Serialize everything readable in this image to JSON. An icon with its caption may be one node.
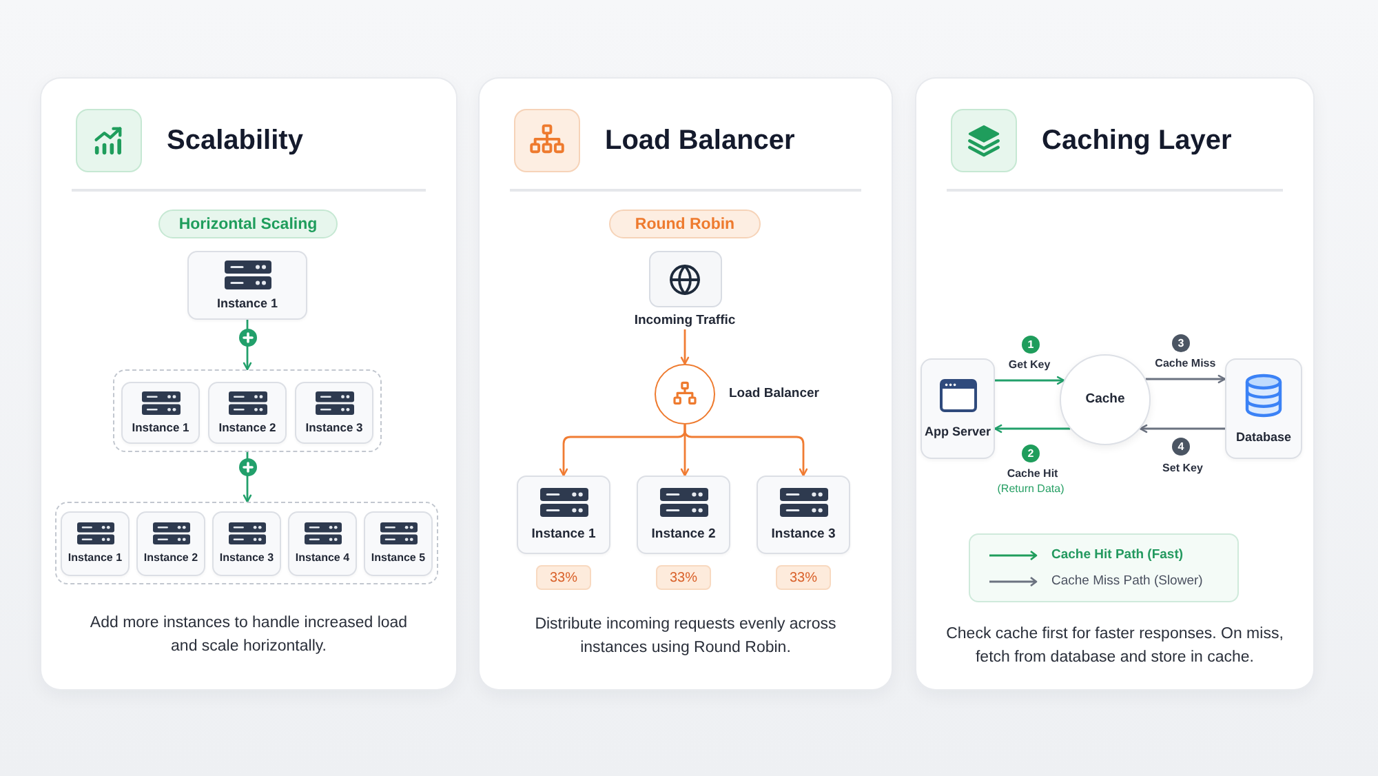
{
  "diagram": {
    "nodes": [
      {
        "text": [
          "Scalability",
          "Add more instances to handle increased load and scale horizontally."
        ]
      },
      {
        "text": [
          "Horizontal Scaling"
        ],
        "in": 0
      },
      {
        "text": [
          "Instance 1"
        ],
        "in": 0
      },
      {
        "text": [],
        "shape": "box",
        "in": 0
      },
      {
        "text": [
          "Instance 1"
        ],
        "in": 3
      },
      {
        "text": [
          "Instance 2"
        ],
        "in": 3
      },
      {
        "text": [
          "Instance 3"
        ],
        "in": 3
      },
      {
        "text": [],
        "shape": "box",
        "in": 0
      },
      {
        "text": [
          "Instance 1"
        ],
        "in": 7
      },
      {
        "text": [
          "Instance 2"
        ],
        "in": 7
      },
      {
        "text": [
          "Instance 3"
        ],
        "in": 7
      },
      {
        "text": [
          "Instance 4"
        ],
        "in": 7
      },
      {
        "text": [
          "Instance 5"
        ],
        "in": 7
      },
      {
        "text": [
          "Load Balancer",
          "Distribute incoming requests evenly across instances using Round Robin."
        ]
      },
      {
        "text": [
          "Round Robin"
        ],
        "in": 13
      },
      {
        "text": [
          "Incoming Traffic"
        ],
        "in": 13
      },
      {
        "text": [
          "Load Balancer"
        ],
        "in": 13
      },
      {
        "text": [
          "Instance 1"
        ],
        "in": 13,
        "beside": [
          "33%"
        ]
      },
      {
        "text": [
          "Instance 2"
        ],
        "in": 13,
        "beside": [
          "33%"
        ]
      },
      {
        "text": [
          "Instance 3"
        ],
        "in": 13,
        "beside": [
          "33%"
        ]
      },
      {
        "text": [
          "Caching Layer",
          "Check cache first for faster responses. On miss, fetch from database and store in cache."
        ]
      },
      {
        "text": [
          "App Server"
        ],
        "in": 20
      },
      {
        "text": [
          "Cache"
        ],
        "in": 20
      },
      {
        "text": [
          "Database"
        ],
        "in": 20
      }
    ],
    "edges": [
      {
        "from": 2,
        "to": 3,
        "arrow": "to",
        "color": "#22a06b"
      },
      {
        "from": 3,
        "to": 7,
        "arrow": "to",
        "color": "#22a06b"
      },
      {
        "from": 15,
        "to": 16,
        "arrow": "to",
        "color": "#f07c33"
      },
      {
        "from": 16,
        "to": 17,
        "arrow": "to",
        "color": "#f07c33"
      },
      {
        "from": 16,
        "to": 18,
        "arrow": "to",
        "color": "#f07c33"
      },
      {
        "from": 16,
        "to": 19,
        "arrow": "to",
        "color": "#f07c33"
      },
      {
        "from": 21,
        "to": 22,
        "arrow": "to",
        "label": "Get Key",
        "color": "#22a06b"
      },
      {
        "from": 22,
        "to": 21,
        "arrow": "to",
        "label": "Cache Hit",
        "color": "#22a06b"
      },
      {
        "from": 22,
        "to": 23,
        "arrow": "to",
        "label": "Cache Miss",
        "color": "#6b7280"
      },
      {
        "from": 23,
        "to": 22,
        "arrow": "to",
        "label": "Set Key",
        "color": "#6b7280"
      }
    ],
    "labels": [
      "1",
      "3",
      "2",
      "(Return Data)",
      "4"
    ],
    "legend": [
      {
        "text": "Cache Hit Path (Fast)"
      },
      {
        "text": "Cache Miss Path (Slower)"
      }
    ]
  }
}
